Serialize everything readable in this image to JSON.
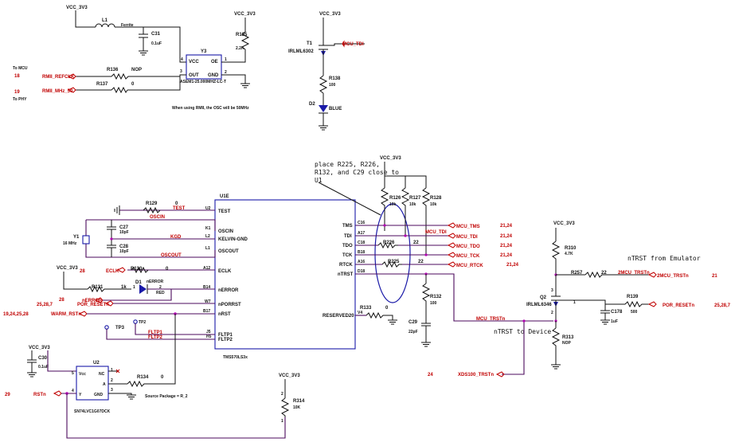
{
  "rails": {
    "vcc": "VCC_3V3"
  },
  "osc": {
    "l1": "L1",
    "ferrite": "Ferrite",
    "c31": "C31",
    "c31_val": "0.1uF",
    "y3": "Y3",
    "vcc": "VCC",
    "oe": "OE",
    "out": "OUT",
    "gnd": "GND",
    "part": "ASEM1-25.000MHZ-LC-T",
    "p4": "4",
    "p1": "1",
    "p3": "3",
    "p2": "2",
    "r135": "R135",
    "r135_val": "2.2K",
    "r136": "R136",
    "r136_val": "NOP",
    "r137": "R137",
    "r137_val": "0",
    "to_mcu": "To MCU",
    "to_phy": "To PHY",
    "n18": "18",
    "n19": "19",
    "net_refclk": "RMII_REFCLK",
    "net_mhz50": "RMII_MHz_50",
    "note": "When using RMII, the OSC will be 50MHz"
  },
  "led": {
    "t1": "T1",
    "t1_part": "IRLML6302",
    "net": "MCU_TDI",
    "r138": "R138",
    "r138_val": "100",
    "d2": "D2",
    "d2_val": "BLUE"
  },
  "u1": {
    "ref": "U1E",
    "part": "TMS570LS3x",
    "left": [
      {
        "pin": "U2",
        "name": "TEST"
      },
      {
        "pin": "K1",
        "name": "OSCIN"
      },
      {
        "pin": "L2",
        "name": "KELVIN-GND"
      },
      {
        "pin": "L1",
        "name": "OSCOUT"
      },
      {
        "pin": "A12",
        "name": "ECLK"
      },
      {
        "pin": "B14",
        "name": "nERROR"
      },
      {
        "pin": "W7",
        "name": "nPORRST"
      },
      {
        "pin": "B17",
        "name": "nRST"
      },
      {
        "pin": "J5",
        "name": "FLTP1"
      },
      {
        "pin": "H5",
        "name": "FLTP2"
      }
    ],
    "right": [
      {
        "pin": "C16",
        "name": "TMS"
      },
      {
        "pin": "A17",
        "name": "TDI"
      },
      {
        "pin": "C18",
        "name": "TDO"
      },
      {
        "pin": "B18",
        "name": "TCK"
      },
      {
        "pin": "A16",
        "name": "RTCK"
      },
      {
        "pin": "D18",
        "name": "nTRST"
      },
      {
        "pin": "V4",
        "name": "RESERVED20"
      }
    ]
  },
  "left_parts": {
    "r129": "R129",
    "r129_val": "0",
    "test_net": "TEST",
    "oscin_net": "OSCIN",
    "kgd_net": "KGD",
    "oscout_net": "OSCOUT",
    "c27": "C27",
    "c27_val": "10pF",
    "c28": "C28",
    "c28_val": "10pF",
    "y1": "Y1",
    "y1_val": "16 MHz",
    "r130": "R130",
    "r130_val": "0",
    "eclk_net": "ECLK",
    "n28a": "28",
    "r131": "R131",
    "r131_val": "1k",
    "d1": "D1",
    "d1_net": "nERROR",
    "d1_val": "RED",
    "n1": "1",
    "n2": "2",
    "nerror_net": "nERROR",
    "n28b": "28",
    "porrst_net": "POR_RESETn",
    "porrst_refs": "25,28,7",
    "warm_net": "WARM_RSTn",
    "warm_refs": "19,24,25,28",
    "tp3": "TP3",
    "tp2": "TP2",
    "fltp1_net": "FLTP1",
    "fltp2_net": "FLTP2"
  },
  "u2": {
    "ref": "U2",
    "part": "SN74LVC1G07DCK",
    "vcc": "Vcc",
    "nc": "NC",
    "a": "A",
    "y": "Y",
    "gnd": "GND",
    "p5": "5",
    "p1": "1",
    "p2": "2",
    "p3": "3",
    "p4": "4",
    "c30": "C30",
    "c30_val": "0.1uF",
    "r134": "R134",
    "r134_val": "0",
    "note": "Source Package = R_2",
    "rstn_net": "RSTn",
    "n29": "29"
  },
  "r314": {
    "ref": "R314",
    "val": "10K",
    "p1": "1",
    "p2": "2"
  },
  "jtag": {
    "note_lines": [
      "place R225, R226,",
      "R132, and C29 close to",
      "U1"
    ],
    "r126": "R126",
    "r126_val": "10k",
    "r127": "R127",
    "r127_val": "10k",
    "r128": "R128",
    "r128_val": "10k",
    "r226": "R226",
    "r226_val": "22",
    "r225": "R225",
    "r225_val": "22",
    "r132": "R132",
    "r132_val": "100",
    "r133": "R133",
    "r133_val": "0",
    "c29": "C29",
    "c29_val": "22pF",
    "nets": [
      "MCU_TMS",
      "MCU_TDI",
      "MCU_TDO",
      "MCU_TCK",
      "MCU_RTCK"
    ],
    "refs": [
      "21,24",
      "21,24",
      "21,24",
      "21,24",
      "21,24"
    ],
    "trstn_net": "MCU_TRSTn",
    "label_emulator": "nTRST from Emulator",
    "label_device": "nTRST to Device"
  },
  "trst": {
    "r310": "R310",
    "r310_val": "4.7K",
    "r257": "R257",
    "r257_val": "22",
    "net_2mcu": "2MCU_TRSTn",
    "n21": "21",
    "q2": "Q2",
    "q2_part": "IRLML6346",
    "p1": "1",
    "p2": "2",
    "p3": "3",
    "r139": "R139",
    "r139_val": "500",
    "por_net": "POR_RESETn",
    "por_refs": "25,28,7",
    "c178": "C178",
    "c178_val": "1uF",
    "r313": "R313",
    "r313_val": "NOP",
    "xds_net": "XDS100_TRSTn",
    "n24": "24"
  }
}
